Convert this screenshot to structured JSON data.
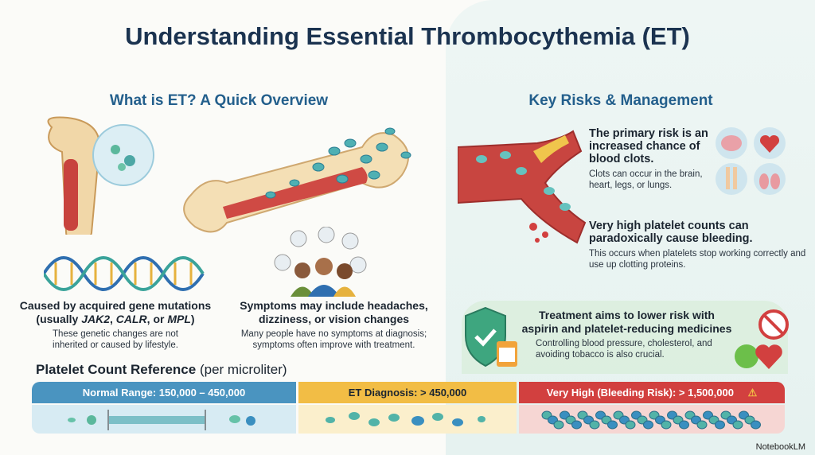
{
  "title": "Understanding Essential Thrombocythemia (ET)",
  "left": {
    "heading": "What is ET? A Quick Overview",
    "genes": {
      "title_line1": "Caused by acquired gene mutations",
      "title_pre": "(usually ",
      "gene1": "JAK2",
      "sep1": ", ",
      "gene2": "CALR",
      "sep2": ", or ",
      "gene3": "MPL",
      "title_post": ")",
      "sub": "These genetic changes are not inherited or caused by lifestyle."
    },
    "symptoms": {
      "title": "Symptoms may include headaches, dizziness, or vision changes",
      "sub": "Many people have no symptoms at diagnosis; symptoms often improve with treatment."
    }
  },
  "right": {
    "heading": "Key Risks & Management",
    "clots": {
      "title": "The primary risk is an increased chance of blood clots.",
      "sub": "Clots can occur in the brain, heart, legs, or lungs."
    },
    "bleeding": {
      "title": "Very high platelet counts can paradoxically cause bleeding.",
      "sub": "This occurs when platelets stop working correctly and use up clotting proteins."
    },
    "treatment": {
      "title": "Treatment aims to lower risk with aspirin and platelet-reducing medicines",
      "sub": "Controlling blood pressure, cholesterol, and avoiding tobacco is also crucial."
    }
  },
  "reference": {
    "title": "Platelet Count Reference",
    "unit": "(per microliter)",
    "segments": [
      {
        "label": "Normal Range: 150,000 – 450,000",
        "color": "#4a94c0",
        "bg": "#d7ebf3"
      },
      {
        "label": "ET Diagnosis: > 450,000",
        "color": "#f2bd45",
        "bg": "#fbefcc"
      },
      {
        "label": "Very High (Bleeding Risk): > 1,500,000",
        "color": "#d2403f",
        "bg": "#f6d6d3"
      }
    ]
  },
  "brand": "NotebookLM"
}
